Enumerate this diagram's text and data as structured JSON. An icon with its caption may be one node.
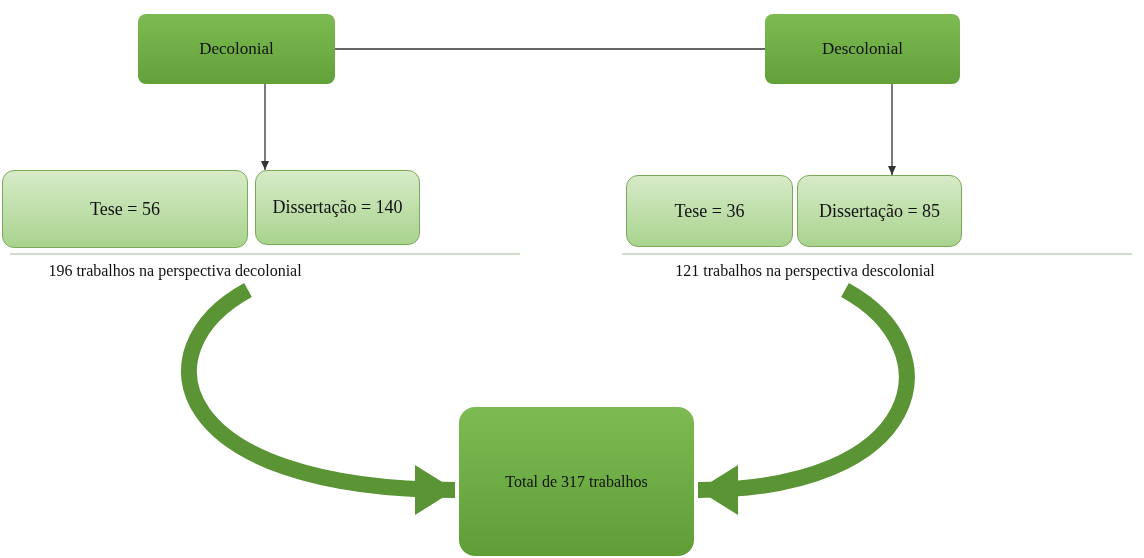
{
  "diagram": {
    "nodes": [
      {
        "text": [
          "Decolonial"
        ]
      },
      {
        "text": [
          "Descolonial"
        ]
      },
      {
        "text": [
          "Tese = 56"
        ]
      },
      {
        "text": [
          "Dissertação = 140"
        ]
      },
      {
        "text": [
          "Tese = 36"
        ]
      },
      {
        "text": [
          "Dissertação = 85"
        ]
      },
      {
        "text": [
          "Total de 317 trabalhos"
        ]
      },
      {
        "text": [
          "196 trabalhos na perspectiva decolonial"
        ]
      },
      {
        "text": [
          "121 trabalhos na perspectiva descolonial"
        ]
      }
    ],
    "edges": [
      {
        "from": 0,
        "to": 1,
        "arrow": "none"
      },
      {
        "from": 0,
        "to": 3,
        "arrow": "to"
      },
      {
        "from": 1,
        "to": 5,
        "arrow": "to"
      },
      {
        "from": 7,
        "to": 6,
        "arrow": "to",
        "style": "thick",
        "color": "#5a9435"
      },
      {
        "from": 8,
        "to": 6,
        "arrow": "to",
        "style": "thick",
        "color": "#5a9435"
      }
    ]
  }
}
